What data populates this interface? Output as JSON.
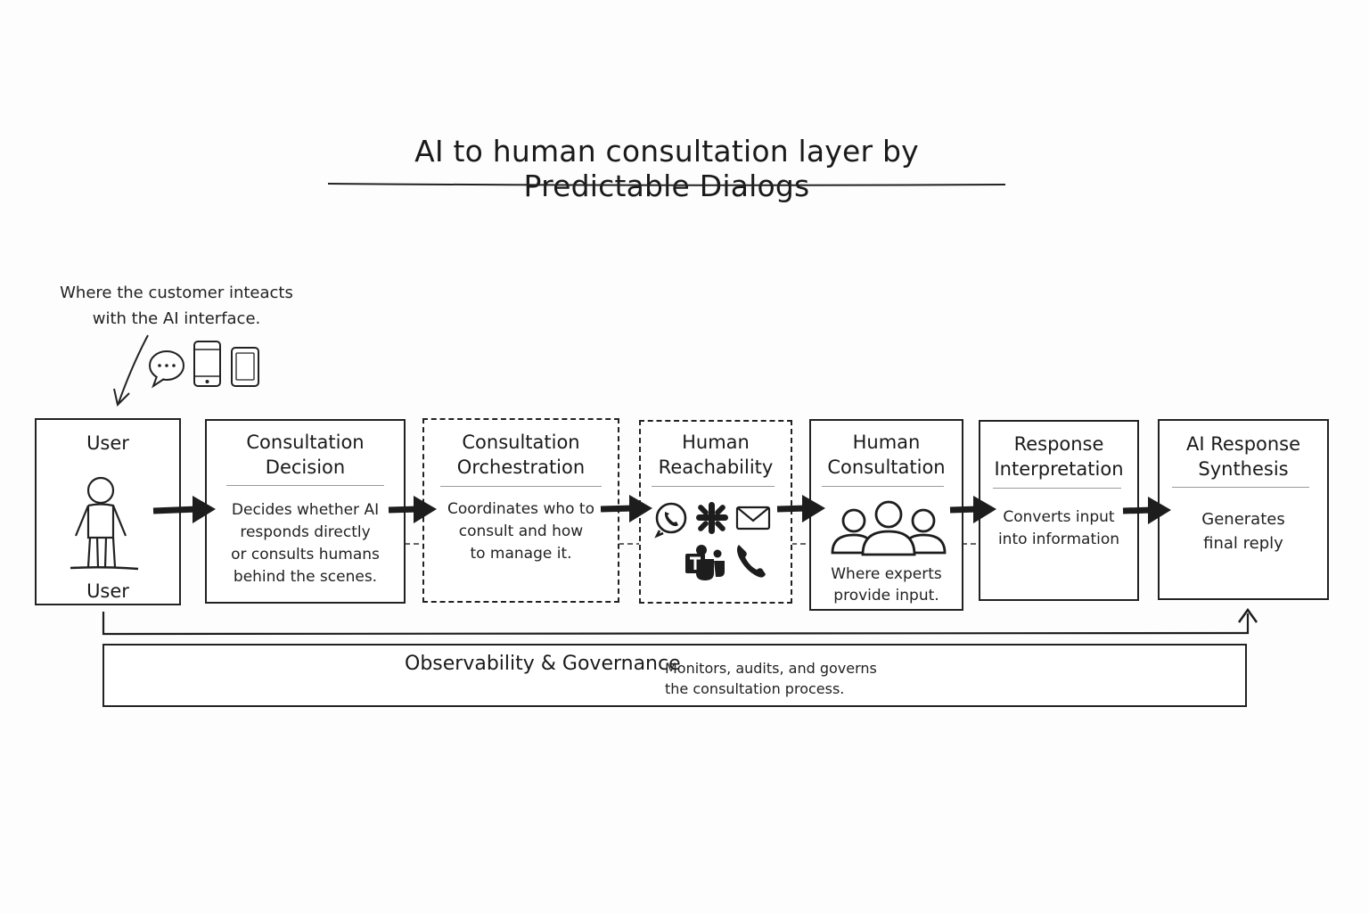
{
  "title": "AI to human consultation layer by Predictable Dialogs",
  "annotation": {
    "line1": "Where the customer inteacts",
    "line2": "with the AI interface."
  },
  "steps": [
    {
      "title_lines": [
        "User"
      ],
      "footer": "User"
    },
    {
      "title_lines": [
        "Consultation",
        "Decision"
      ],
      "desc_lines": [
        "Decides whether AI",
        "responds directly",
        "or consults humans",
        "behind the scenes."
      ]
    },
    {
      "title_lines": [
        "Consultation",
        "Orchestration"
      ],
      "desc_lines": [
        "Coordinates who to",
        "consult and how",
        "to manage it."
      ]
    },
    {
      "title_lines": [
        "Human",
        "Reachability"
      ]
    },
    {
      "title_lines": [
        "Human",
        "Consultation"
      ],
      "desc_lines": [
        "Where experts",
        "provide input."
      ]
    },
    {
      "title_lines": [
        "Response",
        "Interpretation"
      ],
      "desc_lines": [
        "Converts input",
        "into information"
      ]
    },
    {
      "title_lines": [
        "AI Response",
        "Synthesis"
      ],
      "desc_lines": [
        "Generates",
        "final reply"
      ]
    }
  ],
  "governance": {
    "title": "Observability & Governance",
    "desc_line1": "Monitors, audits, and governs",
    "desc_line2": "the consultation process."
  },
  "icons": {
    "user_channels": [
      "chat-bubble-icon",
      "smartphone-icon",
      "tablet-icon"
    ],
    "reachability_channels": [
      "whatsapp-icon",
      "slack-icon",
      "email-icon",
      "teams-icon",
      "phone-icon"
    ],
    "user_figure": "person-icon",
    "experts": "group-icon"
  },
  "colors": {
    "ink": "#1d1d1d",
    "divider": "#9a9a9a",
    "background": "#fdfdfd"
  }
}
